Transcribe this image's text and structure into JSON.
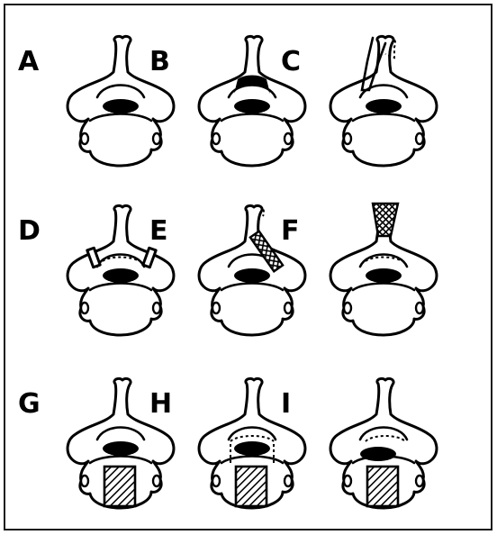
{
  "figure": {
    "panels": [
      {
        "id": "A",
        "label": "A",
        "mod": "none"
      },
      {
        "id": "B",
        "label": "B",
        "mod": "lamina-block"
      },
      {
        "id": "C",
        "label": "C",
        "mod": "unilateral-flap"
      },
      {
        "id": "D",
        "label": "D",
        "mod": "bilateral-slots"
      },
      {
        "id": "E",
        "label": "E",
        "mod": "oblique-graft"
      },
      {
        "id": "F",
        "label": "F",
        "mod": "spinous-graft"
      },
      {
        "id": "G",
        "label": "G",
        "mod": "body-graft"
      },
      {
        "id": "H",
        "label": "H",
        "mod": "body-graft-dashed"
      },
      {
        "id": "I",
        "label": "I",
        "mod": "body-graft-cord-shift"
      }
    ]
  }
}
